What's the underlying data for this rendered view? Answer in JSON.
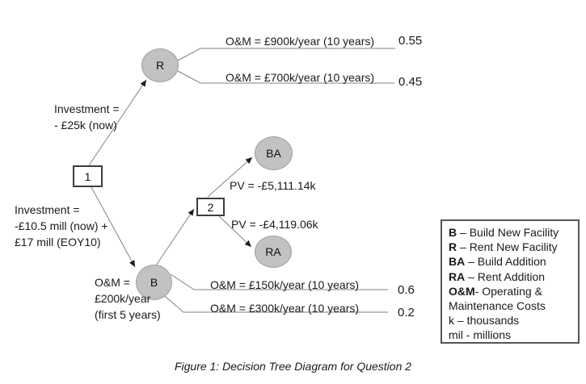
{
  "figure": {
    "caption": "Figure 1: Decision Tree Diagram for Question 2"
  },
  "nodes": {
    "decision_1": {
      "label": "1"
    },
    "decision_2": {
      "label": "2"
    },
    "rent": {
      "label": "R"
    },
    "build": {
      "label": "B"
    },
    "build_addition": {
      "label": "BA"
    },
    "rent_addition": {
      "label": "RA"
    }
  },
  "annotations": {
    "rent_investment": "Investment =\n- £25k (now)",
    "build_investment": "Investment =\n-£10.5 mill (now) +\n£17 mill (EOY10)",
    "build_om": "O&M =\n£200k/year\n(first 5 years)"
  },
  "branches": {
    "rent_high": {
      "label": "O&M = £900k/year (10 years)",
      "probability": "0.55"
    },
    "rent_low": {
      "label": "O&M = £700k/year (10 years)",
      "probability": "0.45"
    },
    "build_high": {
      "label": "O&M = £150k/year (10 years)",
      "probability": "0.6"
    },
    "build_low": {
      "label": "O&M = £300k/year (10 years)",
      "probability": "0.2"
    },
    "build_addition_pv": "PV = -£5,111.14k",
    "rent_addition_pv": "PV = -£4,119.06k"
  },
  "legend": {
    "items": [
      {
        "term": "B",
        "rest": " – Build New Facility"
      },
      {
        "term": "R",
        "rest": " – Rent New Facility"
      },
      {
        "term": "BA",
        "rest": " – Build Addition"
      },
      {
        "term": "RA",
        "rest": " – Rent Addition"
      },
      {
        "term": "O&M",
        "rest": "- Operating &"
      },
      {
        "term": "",
        "rest": "Maintenance Costs"
      },
      {
        "term": "",
        "rest": "k – thousands"
      },
      {
        "term": "",
        "rest": "mil - millions"
      }
    ]
  },
  "colors": {
    "node_fill": "#c2c2c2",
    "node_border": "#9f9f9f",
    "line": "#828282",
    "arrowhead": "#1c1c1c"
  }
}
